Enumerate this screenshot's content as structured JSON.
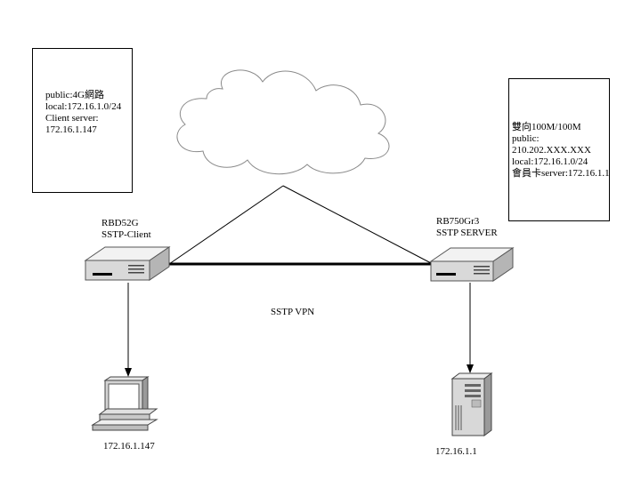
{
  "client_note": {
    "lines": [
      "public:4G網路",
      "local:172.16.1.0/24",
      "Client server:",
      "172.16.1.147"
    ]
  },
  "server_note": {
    "lines": [
      "雙向100M/100M",
      "public:",
      "210.202.XXX.XXX",
      "local:172.16.1.0/24",
      "會員卡server:172.16.1.1"
    ]
  },
  "client_router": {
    "model": "RBD52G",
    "role": "SSTP-Client"
  },
  "server_router": {
    "model": "RB750Gr3",
    "role": "SSTP SERVER"
  },
  "vpn_label": "SSTP VPN",
  "client_pc": {
    "ip": "172.16.1.147"
  },
  "server_host": {
    "ip": "172.16.1.1"
  }
}
